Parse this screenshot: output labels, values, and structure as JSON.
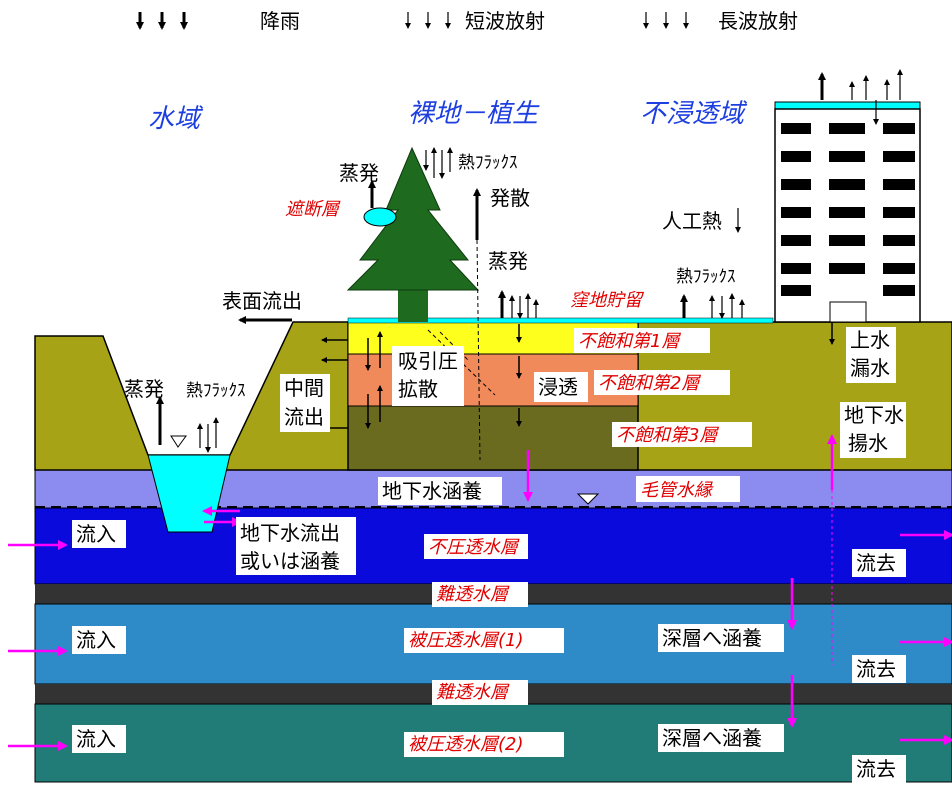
{
  "colors": {
    "ground": "#a6a416",
    "ground_dark": "#6b6b20",
    "yellow_layer": "#ffff1e",
    "orange_layer": "#f08a5a",
    "olive_layer": "#6b6b20",
    "capillary_band": "#8c8cf0",
    "unconfined": "#0a0adc",
    "aquitard": "#333333",
    "confined1": "#2f8ac8",
    "confined2": "#217c78",
    "water": "#00ffff",
    "tree": "#1e6a1e",
    "magenta": "#ff00ff",
    "red_text": "#e00000",
    "blue_text": "#1e3fe0"
  },
  "legend": {
    "rain": "降雨",
    "shortwave": "短波放射",
    "longwave": "長波放射"
  },
  "regions": {
    "water": "水域",
    "bare_vegetation": "裸地－植生",
    "impervious": "不浸透域"
  },
  "labels": {
    "evaporation_tree": "蒸発",
    "heat_flux_tree": "熱ﾌﾗｯｸｽ",
    "interception": "遮断層",
    "transpiration": "発散",
    "evaporation_ground": "蒸発",
    "artificial_heat": "人工熱",
    "heat_flux_ground": "熱ﾌﾗｯｸｽ",
    "depression_storage": "窪地貯留",
    "surface_runoff": "表面流出",
    "unsat_layer1": "不飽和第1層",
    "unsat_layer2": "不飽和第2層",
    "unsat_layer3": "不飽和第3層",
    "suction_line1": "吸引圧",
    "suction_line2": "拡散",
    "infiltration": "浸透",
    "interflow_line1": "中間",
    "interflow_line2": "流出",
    "evaporation_water": "蒸発",
    "heat_flux_water": "熱ﾌﾗｯｸｽ",
    "water_leak_line1": "上水",
    "water_leak_line2": "漏水",
    "gw_pump_line1": "地下水",
    "gw_pump_line2": "揚水",
    "gw_recharge": "地下水涵養",
    "capillary_fringe": "毛管水縁",
    "gw_outflow_line1": "地下水流出",
    "gw_outflow_line2": "或いは涵養",
    "unconfined_aquifer": "不圧透水層",
    "aquitard1": "難透水層",
    "confined_aquifer1": "被圧透水層(1)",
    "aquitard2": "難透水層",
    "confined_aquifer2": "被圧透水層(2)",
    "inflow1": "流入",
    "inflow2": "流入",
    "inflow3": "流入",
    "outflow1": "流去",
    "outflow2": "流去",
    "outflow3": "流去",
    "deep_recharge1": "深層へ涵養",
    "deep_recharge2": "深層へ涵養"
  }
}
